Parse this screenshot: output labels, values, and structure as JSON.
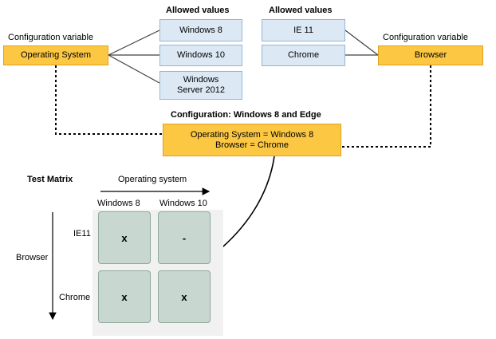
{
  "left": {
    "config_caption": "Configuration variable",
    "variable": "Operating System",
    "allowed_header": "Allowed values",
    "values": [
      "Windows 8",
      "Windows 10",
      "Windows\nServer 2012"
    ]
  },
  "right": {
    "config_caption": "Configuration variable",
    "variable": "Browser",
    "allowed_header": "Allowed values",
    "values": [
      "IE 11",
      "Chrome"
    ]
  },
  "configuration": {
    "title": "Configuration: Windows 8 and Edge",
    "line1": "Operating System = Windows 8",
    "line2": "Browser = Chrome"
  },
  "matrix": {
    "title": "Test Matrix",
    "x_axis_label": "Operating system",
    "y_axis_label": "Browser",
    "columns": [
      "Windows 8",
      "Windows 10"
    ],
    "rows": [
      "IE11",
      "Chrome"
    ],
    "cells": [
      [
        "x",
        "-"
      ],
      [
        "x",
        "x"
      ]
    ]
  },
  "colors": {
    "value_box": "#dce9f5",
    "variable_box": "#fcc844",
    "matrix_cell": "#c8d8d0",
    "matrix_bg": "#f1f1f1"
  }
}
